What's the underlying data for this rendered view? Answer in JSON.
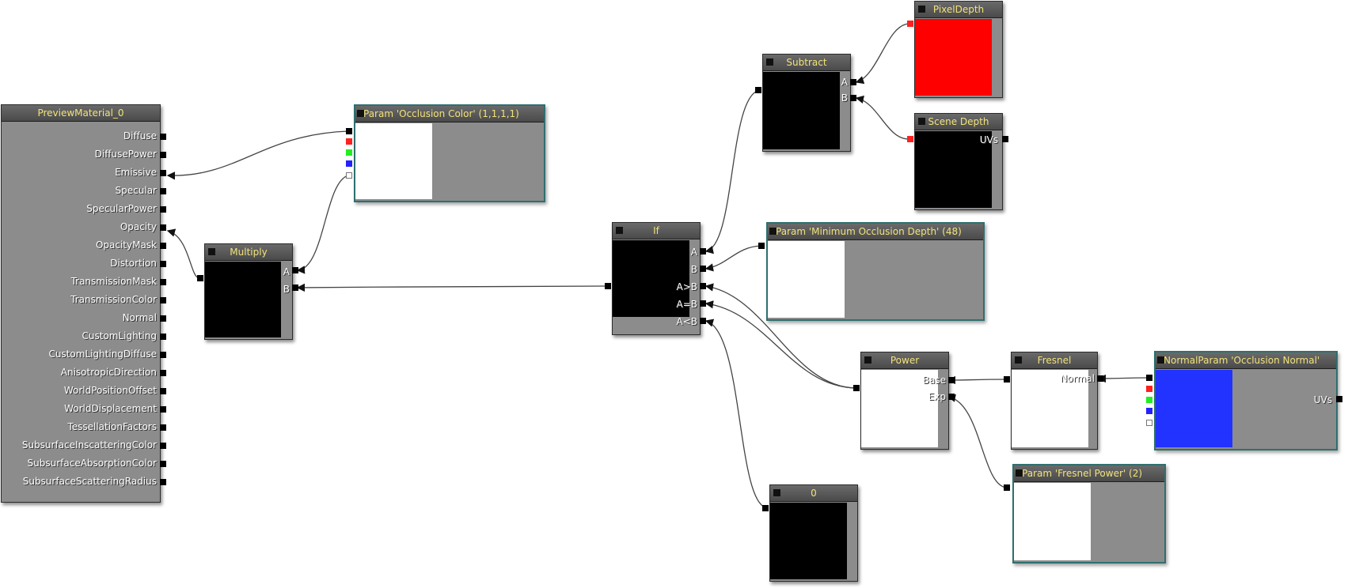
{
  "nodes": {
    "preview": {
      "title": "PreviewMaterial_0",
      "inputs": [
        "Diffuse",
        "DiffusePower",
        "Emissive",
        "Specular",
        "SpecularPower",
        "Opacity",
        "OpacityMask",
        "Distortion",
        "TransmissionMask",
        "TransmissionColor",
        "Normal",
        "CustomLighting",
        "CustomLightingDiffuse",
        "AnisotropicDirection",
        "WorldPositionOffset",
        "WorldDisplacement",
        "TessellationFactors",
        "SubsurfaceInscatteringColor",
        "SubsurfaceAbsorptionColor",
        "SubsurfaceScatteringRadius"
      ]
    },
    "multiply": {
      "title": "Multiply",
      "in_a": "A",
      "in_b": "B"
    },
    "occlusion_color": {
      "title": "Param 'Occlusion Color' (1,1,1,1)"
    },
    "if_node": {
      "title": "If",
      "in_a": "A",
      "in_b": "B",
      "agb": "A>B",
      "aeb": "A=B",
      "alb": "A<B"
    },
    "subtract": {
      "title": "Subtract",
      "in_a": "A",
      "in_b": "B"
    },
    "pixel_depth": {
      "title": "PixelDepth",
      "preview_color": "#ff0000"
    },
    "scene_depth": {
      "title": "Scene Depth",
      "uvs": "UVs"
    },
    "min_occ_depth": {
      "title": "Param 'Minimum Occlusion Depth' (48)"
    },
    "power": {
      "title": "Power",
      "base": "Base",
      "exp": "Exp"
    },
    "fresnel": {
      "title": "Fresnel",
      "normal": "Normal"
    },
    "normal_param": {
      "title": "NormalParam 'Occlusion Normal'",
      "uvs": "UVs",
      "preview_color": "#2233ff"
    },
    "fresnel_power": {
      "title": "Param 'Fresnel Power' (2)"
    },
    "zero": {
      "title": "0"
    }
  },
  "colors": {
    "title_text": "#f2e27a",
    "node_body": "#8c8c8c",
    "param_border": "#2f6f6f",
    "wire": "#333333"
  }
}
